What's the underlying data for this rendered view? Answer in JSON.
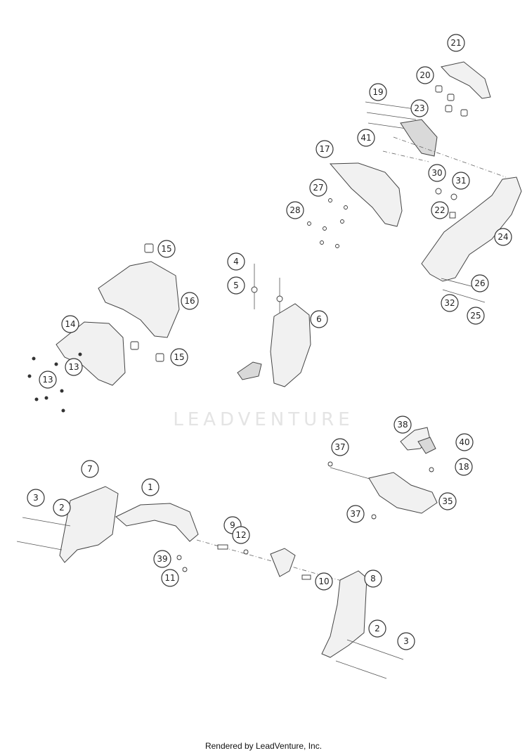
{
  "diagram": {
    "watermark": "LEADVENTURE",
    "footer": "Rendered by LeadVenture, Inc.",
    "callouts": [
      "21",
      "20",
      "19",
      "23",
      "41",
      "17",
      "30",
      "31",
      "27",
      "28",
      "22",
      "24",
      "26",
      "32",
      "25",
      "15",
      "4",
      "5",
      "16",
      "6",
      "14",
      "13",
      "13",
      "15",
      "38",
      "40",
      "37",
      "18",
      "35",
      "37",
      "7",
      "1",
      "3",
      "2",
      "9",
      "12",
      "39",
      "11",
      "10",
      "8",
      "2",
      "3"
    ]
  }
}
